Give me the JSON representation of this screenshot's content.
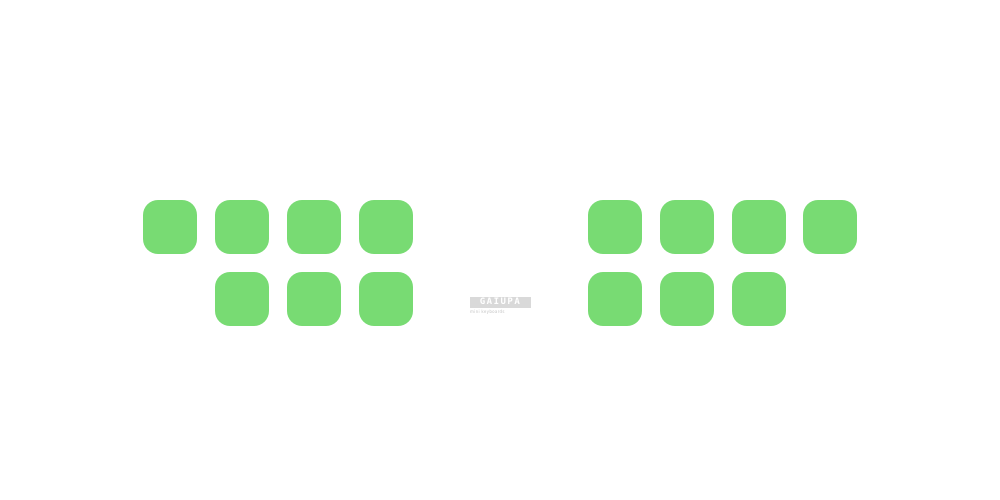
{
  "brand": {
    "wordmark": "GAIUPA",
    "tagline": "mini keyboards"
  },
  "colors": {
    "key": "#78db73",
    "background": "#ffffff",
    "logo": "#d9d9d9"
  },
  "keypads": [
    {
      "name": "left",
      "rows": [
        4,
        3
      ],
      "second_row_align": "right"
    },
    {
      "name": "right",
      "rows": [
        4,
        3
      ],
      "second_row_align": "left"
    }
  ]
}
